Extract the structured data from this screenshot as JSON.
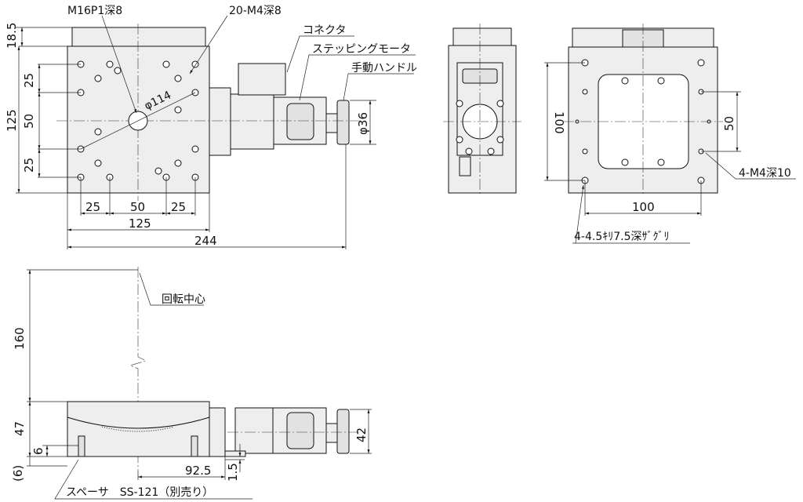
{
  "labels": {
    "m16_thread": "M16P1深8",
    "m4_holes_20": "20-M4深8",
    "connector": "コネクタ",
    "stepping_motor": "ステッピングモータ",
    "hand_wheel": "手動ハンドル",
    "phi114": "φ114",
    "phi36": "φ36",
    "m4_holes_4": "4-M4深10",
    "mount_holes": "4-4.5ｷﾘ7.5深ｻﾞｸﾞﾘ",
    "rotation_center": "回転中心",
    "spacer": "スペーサ　SS-121（別売り）"
  },
  "dimensions": {
    "d18_5": "18.5",
    "d125_v": "125",
    "d25_a": "25",
    "d50_v": "50",
    "d25_b": "25",
    "d25_h1": "25",
    "d50_h": "50",
    "d25_h2": "25",
    "d125_h": "125",
    "d244": "244",
    "d100_side": "100",
    "d50_side": "50",
    "d100_bottom": "100",
    "d160": "160",
    "d47": "47",
    "d6": "6",
    "d6_paren": "(6)",
    "d92_5": "92.5",
    "d1_5": "1.5",
    "d42": "42"
  }
}
